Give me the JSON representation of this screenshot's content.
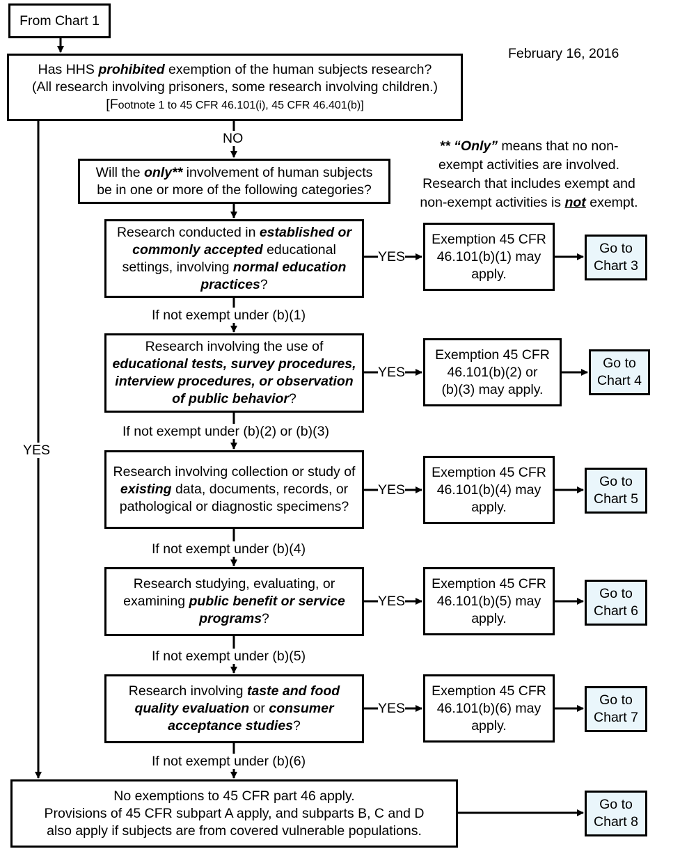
{
  "date": "February 16, 2016",
  "start": {
    "label": "From Chart 1"
  },
  "q1": {
    "line1_a": "Has HHS ",
    "line1_b": "prohibited",
    "line1_c": " exemption of the human subjects research?",
    "line2": "(All research involving prisoners, some research involving children.)",
    "footnote_a": "[F",
    "footnote_b": "ootnote 1 to 45 CFR 46.101(i), 45 CFR 46.401(b)]"
  },
  "edge_labels": {
    "no": "NO",
    "yes_left": "YES",
    "yes": "YES"
  },
  "note": {
    "a": "** ",
    "b": "“Only”",
    "c": " means that no non-",
    "line2": "exempt activities are involved.",
    "line3": "Research that includes exempt and",
    "line4_a": "non-exempt activities is ",
    "line4_b": "not",
    "line4_c": " exempt."
  },
  "q2": {
    "a": "Will the ",
    "b": "only**",
    "c": " involvement of human subjects",
    "line2": "be in one or more of the following categories?"
  },
  "cat1": {
    "a": "Research conducted in ",
    "b": "established or commonly accepted",
    "c": " educational settings, involving ",
    "d": "normal education practices",
    "e": "?"
  },
  "cat2": {
    "a": "Research involving the use of ",
    "b": "educational tests, survey procedures, interview procedures, or observation of public behavior",
    "c": "?"
  },
  "cat3": {
    "a": "Research involving collection or study of ",
    "b": "existing",
    "c": " data, documents, records, or pathological or diagnostic specimens?"
  },
  "cat4": {
    "a": "Research studying, evaluating, or examining ",
    "b": "public benefit or service programs",
    "c": "?"
  },
  "cat5": {
    "a": "Research involving ",
    "b": "taste and food quality evaluation",
    "c": " or ",
    "d": "consumer acceptance studies",
    "e": "?"
  },
  "exemptions": [
    {
      "line1": "Exemption 45 CFR",
      "line2": "46.101(b)(1) may",
      "line3": "apply."
    },
    {
      "line1": "Exemption 45 CFR",
      "line2": "46.101(b)(2) or",
      "line3": "(b)(3) may apply."
    },
    {
      "line1": "Exemption 45 CFR",
      "line2": "46.101(b)(4) may",
      "line3": "apply."
    },
    {
      "line1": "Exemption 45 CFR",
      "line2": "46.101(b)(5) may",
      "line3": "apply."
    },
    {
      "line1": "Exemption 45 CFR",
      "line2": "46.101(b)(6) may",
      "line3": "apply."
    }
  ],
  "gotos": [
    {
      "line1": "Go to",
      "line2": "Chart 3"
    },
    {
      "line1": "Go to",
      "line2": "Chart 4"
    },
    {
      "line1": "Go to",
      "line2": "Chart 5"
    },
    {
      "line1": "Go to",
      "line2": "Chart 6"
    },
    {
      "line1": "Go to",
      "line2": "Chart 7"
    },
    {
      "line1": "Go to",
      "line2": "Chart 8"
    }
  ],
  "not_exempt": [
    "If not exempt under (b)(1)",
    "If not exempt under (b)(2) or (b)(3)",
    "If not exempt under (b)(4)",
    "If not exempt under (b)(5)",
    "If not exempt under (b)(6)"
  ],
  "final": {
    "line1": "No exemptions to 45 CFR part 46 apply.",
    "line2": "Provisions of 45 CFR subpart  A apply, and subparts B, C and D",
    "line3": "also apply if subjects are from covered vulnerable populations."
  },
  "colors": {
    "goto_fill": "#eaf6fb",
    "line": "#000000"
  }
}
